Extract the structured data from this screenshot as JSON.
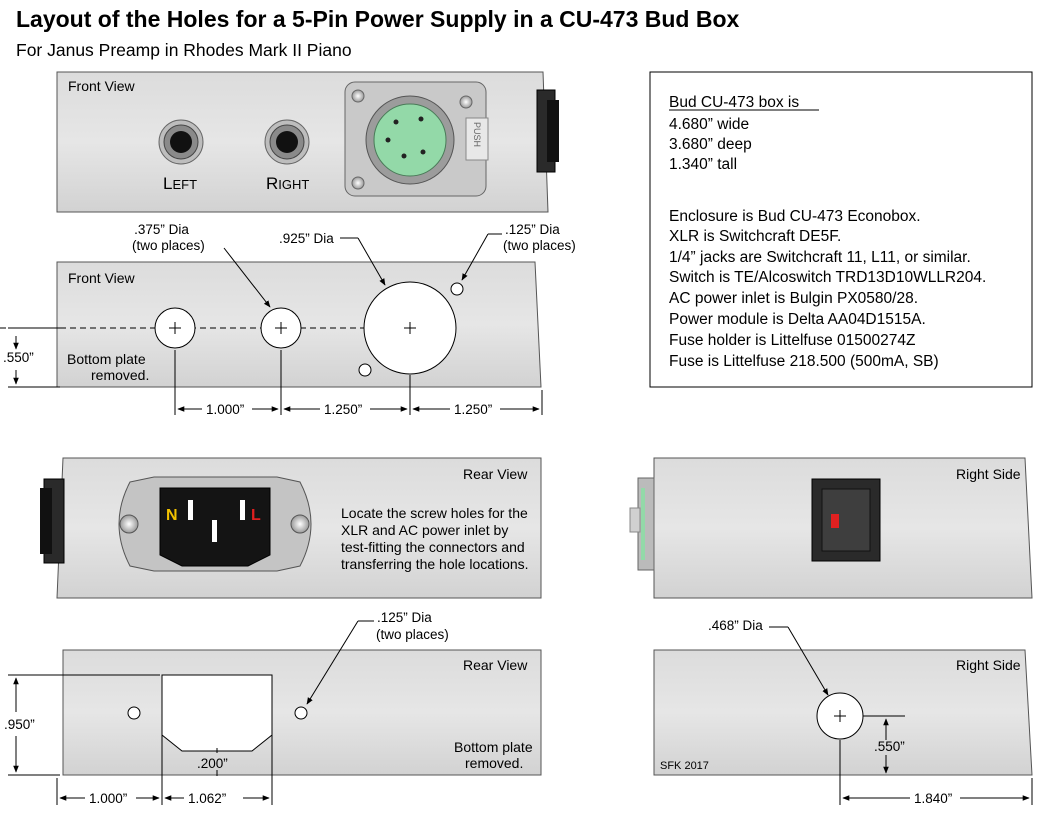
{
  "title": "Layout of the Holes for a 5-Pin Power Supply in a CU-473 Bud Box",
  "subtitle": "For Janus Preamp in Rhodes Mark II Piano",
  "front_view": {
    "label": "Front View",
    "jack_left": {
      "first": "L",
      "rest": "EFT"
    },
    "jack_right": {
      "first": "R",
      "rest": "IGHT"
    },
    "push_label": "PUSH"
  },
  "front_drill": {
    "label": "Front View",
    "callout_375": [
      " .375” Dia",
      "(two places)"
    ],
    "callout_925": ".925” Dia",
    "callout_125": [
      ".125” Dia",
      "(two places)"
    ],
    "bottom_plate": [
      "Bottom plate",
      "removed."
    ],
    "dim_height": ".550”",
    "dim_1": "1.000”",
    "dim_2": "1.250”",
    "dim_3": "1.250”"
  },
  "specs": {
    "heading": "Bud CU-473 box is",
    "dims": [
      "4.680” wide",
      "3.680” deep",
      "1.340” tall"
    ],
    "parts": [
      "Enclosure is Bud CU-473 Econobox.",
      "XLR is Switchcraft DE5F.",
      "1/4” jacks are Switchcraft 11, L11, or similar.",
      "Switch is TE/Alcoswitch TRD13D10WLLR204.",
      "AC power inlet is Bulgin PX0580/28.",
      "Power module is Delta AA04D1515A.",
      "Fuse holder is Littelfuse 01500274Z",
      "Fuse is Littelfuse 218.500 (500mA, SB)"
    ]
  },
  "rear_view": {
    "label": "Rear View",
    "inlet_n": "N",
    "inlet_l": "L",
    "note": [
      "Locate the screw holes for the",
      "XLR and AC power inlet by",
      "test-fitting the connectors and",
      "transferring the hole locations."
    ]
  },
  "rear_drill": {
    "label": "Rear View",
    "callout_125": [
      ".125” Dia",
      "(two places)"
    ],
    "bottom_plate": [
      "Bottom plate",
      "removed."
    ],
    "dim_height": ".950”",
    "dim_notch": ".200”",
    "dim_1": "1.000”",
    "dim_2": "1.062”"
  },
  "right_side": {
    "label": "Right Side"
  },
  "right_drill": {
    "label": "Right Side",
    "callout_468": ".468” Dia",
    "dim_height": ".550”",
    "dim_width": "1.840”",
    "credit": "SFK 2017"
  },
  "colors": {
    "panel": "#d8d8d8",
    "panel_edge": "#e8e8e8",
    "xlr_green": "#93d9a8",
    "rocker_red": "#e02020",
    "label_yellow": "#f2c200",
    "label_red": "#e02020"
  }
}
